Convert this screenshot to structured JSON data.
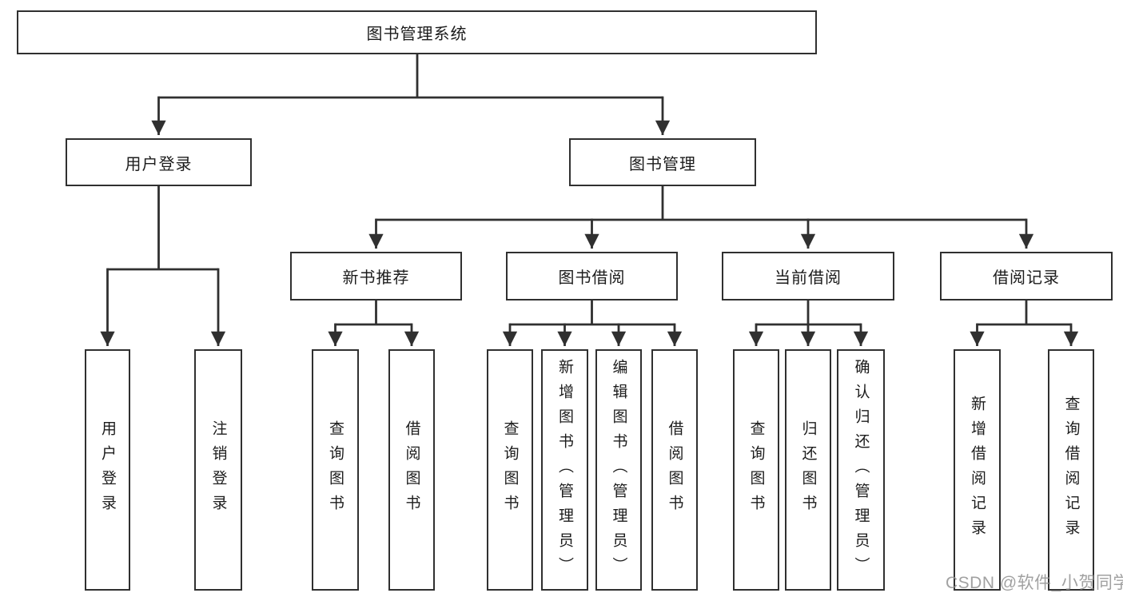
{
  "diagram": {
    "root": {
      "label": "图书管理系统"
    },
    "branches": [
      {
        "label": "用户登录",
        "children": [
          {
            "label": "用户登录"
          },
          {
            "label": "注销登录"
          }
        ]
      },
      {
        "label": "图书管理",
        "children": [
          {
            "label": "新书推荐",
            "children": [
              {
                "label": "查询图书"
              },
              {
                "label": "借阅图书"
              }
            ]
          },
          {
            "label": "图书借阅",
            "children": [
              {
                "label": "查询图书"
              },
              {
                "label": "新增图书（管理员）"
              },
              {
                "label": "编辑图书（管理员）"
              },
              {
                "label": "借阅图书"
              }
            ]
          },
          {
            "label": "当前借阅",
            "children": [
              {
                "label": "查询图书"
              },
              {
                "label": "归还图书"
              },
              {
                "label": "确认归还（管理员）"
              }
            ]
          },
          {
            "label": "借阅记录",
            "children": [
              {
                "label": "新增借阅记录"
              },
              {
                "label": "查询借阅记录"
              }
            ]
          }
        ]
      }
    ],
    "watermark": "CSDN @软件_小贺同学",
    "colors": {
      "line": "#303030",
      "box_border": "#303030",
      "box_fill": "#ffffff",
      "text": "#1c1c1c",
      "background": "#ffffff",
      "watermark": "#919191"
    }
  }
}
